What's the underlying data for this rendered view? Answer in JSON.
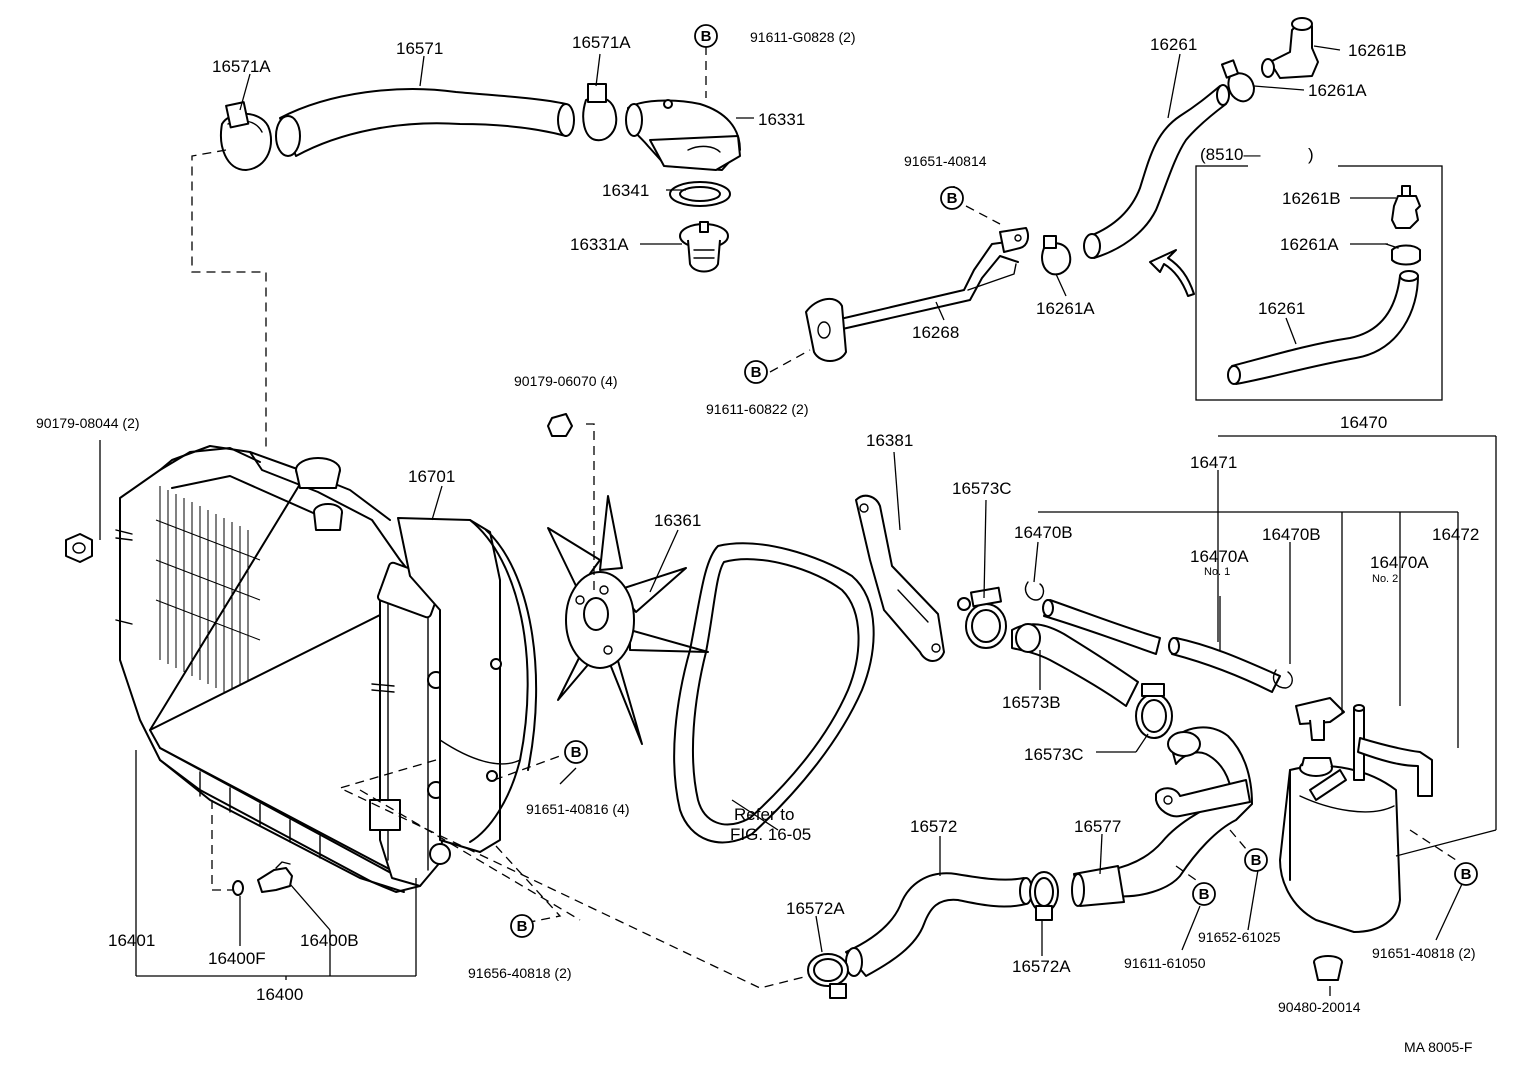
{
  "diagram": {
    "part_labels": {
      "p16571": "16571",
      "p16571a_left": "16571A",
      "p16571a_mid": "16571A",
      "p91611g0828": "91611-G0828 (2)",
      "p16331": "16331",
      "p16341": "16341",
      "p16331a": "16331A",
      "p16261_top": "16261",
      "p16261b_top": "16261B",
      "p16261a_top": "16261A",
      "p8510": "(8510—",
      "p8510_close": ")",
      "p16261b_inset": "16261B",
      "p16261a_inset": "16261A",
      "p16261_inset": "16261",
      "p91651_40814": "91651-40814",
      "p16268": "16268",
      "p16261a_mid": "16261A",
      "p91611_60822": "91611-60822 (2)",
      "p90179_06070": "90179-06070 (4)",
      "p90179_08044": "90179-08044 (2)",
      "p16701": "16701",
      "p16361": "16361",
      "p16381": "16381",
      "p16573c_top": "16573C",
      "p16470": "16470",
      "p16471": "16471",
      "p16470b_left": "16470B",
      "p16470b_right": "16470B",
      "p16472": "16472",
      "p16470a_no1": "16470A",
      "p16470a_no1_sub": "No. 1",
      "p16470a_no2": "16470A",
      "p16470a_no2_sub": "No. 2",
      "p16573b": "16573B",
      "p16573c_bot": "16573C",
      "p91651_40816": "91651-40816 (4)",
      "p_refer1": "Refer to",
      "p_refer2": "FIG. 16-05",
      "p16572": "16572",
      "p16577": "16577",
      "p16572a_left": "16572A",
      "p16572a_right": "16572A",
      "p91611_61050": "91611-61050",
      "p91652_61025": "91652-61025",
      "p91651_40818": "91651-40818 (2)",
      "p90480_20014": "90480-20014",
      "p16401": "16401",
      "p16400f": "16400F",
      "p16400b": "16400B",
      "p16400": "16400",
      "p91656_40818": "91656-40818 (2)",
      "drawing_code": "MA  8005-F"
    },
    "bolt_symbol": "B"
  }
}
